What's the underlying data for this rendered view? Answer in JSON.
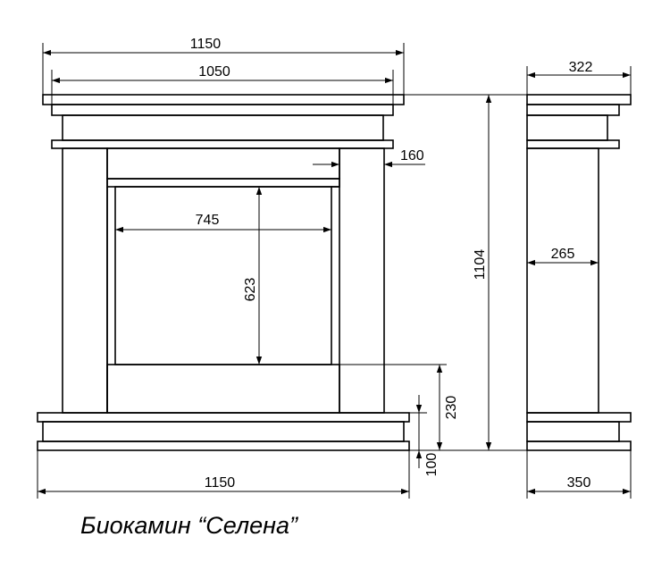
{
  "caption": "Биокамин “Селена”",
  "dimensions": {
    "top_width_outer": "1150",
    "top_width_inner": "1050",
    "side_offset": "160",
    "opening_width": "745",
    "opening_height": "623",
    "total_height": "1104",
    "hearth_height": "230",
    "base_height": "100",
    "base_width": "1150",
    "side_top_depth": "322",
    "side_body_depth": "265",
    "side_base_depth": "350"
  }
}
